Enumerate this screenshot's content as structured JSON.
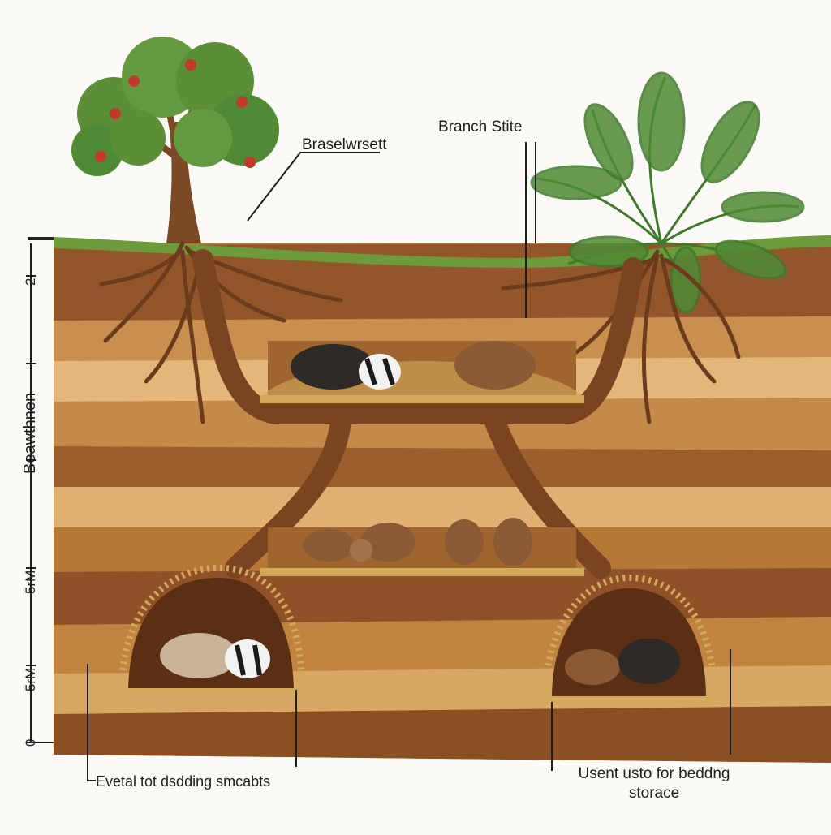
{
  "labels": {
    "tree_label": "Braselwrsett",
    "fern_label": "Branch Stite",
    "bottom_left_label": "Evetal tot dsdding smcabts",
    "bottom_right_label": "Usent usto for beddng storace"
  },
  "axis": {
    "title": "Beawthnen",
    "ticks": [
      "2",
      "5rM",
      "5rM",
      "0"
    ]
  },
  "colors": {
    "soil_dark": "#8a4f22",
    "soil_mid": "#b37738",
    "soil_light": "#dcae70",
    "grass": "#6d9a3a",
    "tunnel": "#7a4421",
    "bedding": "#d2a85a",
    "badger_dark": "#2e2a27",
    "badger_light": "#c9b49a",
    "cub": "#8a5a34",
    "leaf": "#4f8a34",
    "apple": "#c0392b"
  }
}
